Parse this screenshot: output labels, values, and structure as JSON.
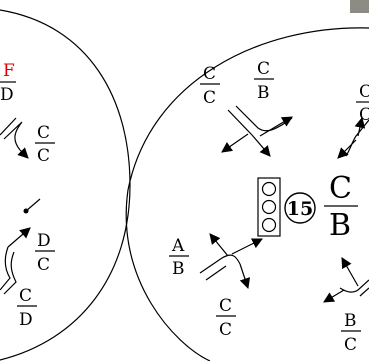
{
  "colors": {
    "background": "#ffffff",
    "ink": "#000000",
    "highlight": "#e00000"
  },
  "left_circle": {
    "labels": {
      "top_num": "F",
      "top_den": "D",
      "right1_num": "C",
      "right1_den": "C",
      "right2_num": "D",
      "right2_den": "C",
      "bottom_num": "C",
      "bottom_den": "D"
    }
  },
  "right_circle": {
    "intersection_number": "15",
    "center_num": "C",
    "center_den": "B",
    "labels": {
      "tl1_num": "C",
      "tl1_den": "C",
      "tl2_num": "C",
      "tl2_den": "B",
      "tr_num": "C",
      "tr_den": "C",
      "left_num": "A",
      "left_den": "B",
      "bl_num": "C",
      "bl_den": "C",
      "br_num": "B",
      "br_den": "C"
    }
  }
}
